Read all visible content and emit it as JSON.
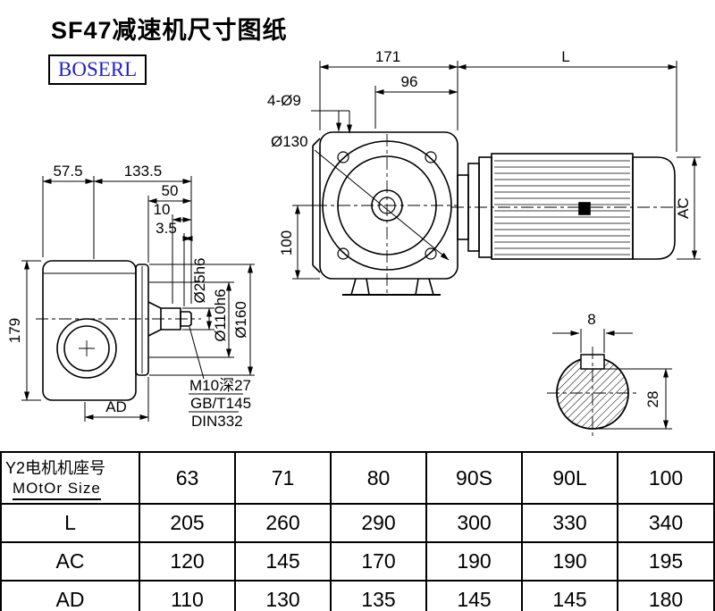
{
  "page": {
    "title": "SF47减速机尺寸图纸",
    "brand": "BOSERL"
  },
  "drawing": {
    "front": {
      "d171": "171",
      "d96": "96",
      "holes": "4-Ø9",
      "d130": "Ø130",
      "d100": "100"
    },
    "motor": {
      "L": "L",
      "AC": "AC"
    },
    "side": {
      "d575": "57.5",
      "d1335": "133.5",
      "d50": "50",
      "d10": "10",
      "d35": "3.5",
      "d179": "179",
      "AD": "AD",
      "d25": "Ø25h6",
      "d110": "Ø110h6",
      "d160": "Ø160",
      "note1": "M10深27",
      "note2": "GB/T145",
      "note3": "DIN332"
    },
    "shaft": {
      "d8": "8",
      "d28": "28"
    }
  },
  "table": {
    "header": {
      "label_cn": "Y2电机机座号",
      "label_en": "MOtOr Size",
      "columns": [
        "63",
        "71",
        "80",
        "90S",
        "90L",
        "100"
      ]
    },
    "rows": [
      {
        "label": "L",
        "values": [
          "205",
          "260",
          "290",
          "300",
          "330",
          "340"
        ]
      },
      {
        "label": "AC",
        "values": [
          "120",
          "145",
          "170",
          "190",
          "190",
          "195"
        ]
      },
      {
        "label": "AD",
        "values": [
          "110",
          "130",
          "135",
          "145",
          "145",
          "180"
        ]
      }
    ]
  }
}
